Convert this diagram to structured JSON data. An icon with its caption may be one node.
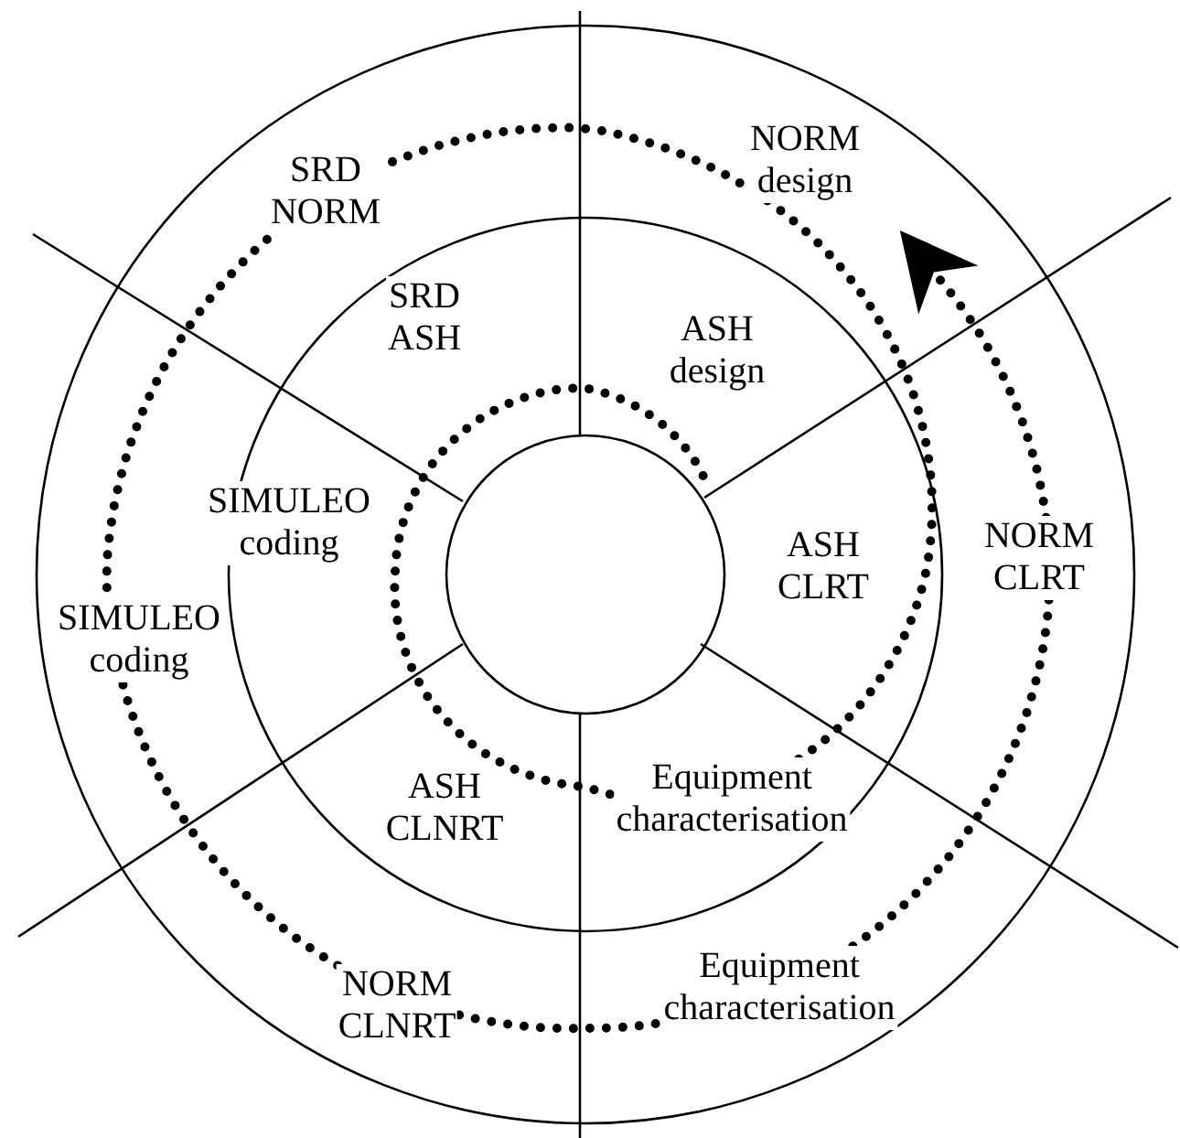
{
  "diagram": {
    "labels": [
      "SRD NORM",
      "NORM design",
      "SRD ASH",
      "ASH design",
      "SIMULEO coding",
      "ASH CLRT",
      "NORM CLRT",
      "SIMULEO coding",
      "ASH CLNRT",
      "Equipment characterisation",
      "NORM CLNRT",
      "Equipment characterisation"
    ]
  }
}
